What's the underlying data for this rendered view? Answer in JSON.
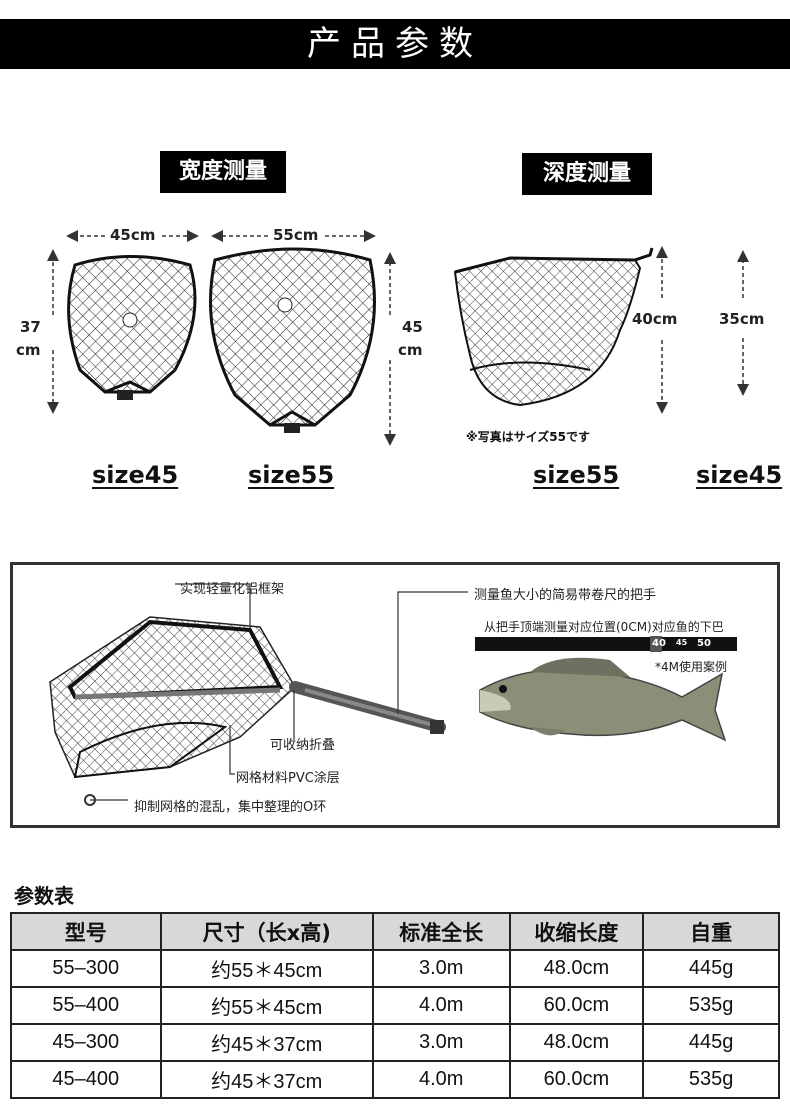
{
  "header": {
    "title": "产品参数"
  },
  "measure": {
    "width_label": "宽度测量",
    "depth_label": "深度测量",
    "w45_width": "45cm",
    "w45_height_a": "37",
    "w45_height_b": "cm",
    "w55_width": "55cm",
    "w55_height_a": "45",
    "w55_height_b": "cm",
    "d55_depth": "40cm",
    "d45_depth": "35cm",
    "photo_note": "※写真はサイズ55です",
    "size_labels": [
      "size45",
      "size55",
      "size55",
      "size45"
    ]
  },
  "feature": {
    "frame": "实现轻量化铝框架",
    "handle": "测量鱼大小的简易带卷尺的把手",
    "measure_desc": "从把手顶端测量对应位置(0CM)对应鱼的下巴",
    "example": "*4M使用案例",
    "fold": "可收纳折叠",
    "mesh": "网格材料PVC涂层",
    "oring": "抑制网格的混乱，集中整理的O环",
    "ruler_ticks": [
      "40",
      "45",
      "50"
    ]
  },
  "specs": {
    "title": "参数表",
    "headers": [
      "型号",
      "尺寸（长x高)",
      "标准全长",
      "收缩长度",
      "自重"
    ],
    "rows": [
      [
        "55–300",
        "约55＊45cm",
        "3.0m",
        "48.0cm",
        "445g"
      ],
      [
        "55–400",
        "约55＊45cm",
        "4.0m",
        "60.0cm",
        "535g"
      ],
      [
        "45–300",
        "约45＊37cm",
        "3.0m",
        "48.0cm",
        "445g"
      ],
      [
        "45–400",
        "约45＊37cm",
        "4.0m",
        "60.0cm",
        "535g"
      ]
    ]
  }
}
